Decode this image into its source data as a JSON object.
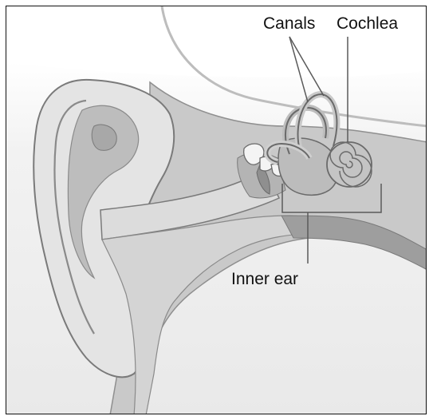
{
  "figure": {
    "labels": {
      "canals": "Canals",
      "cochlea": "Cochlea",
      "inner_ear": "Inner ear"
    }
  },
  "colors": {
    "skin_light": "#e6e6e6",
    "skin_mid": "#c7c7c7",
    "skin_dark": "#9b9b9b",
    "canal_fill": "#d9d9d9",
    "outline": "#6e6e6e",
    "ossicle": "#f4f4f4",
    "leader_line": "#5a5a5a"
  }
}
